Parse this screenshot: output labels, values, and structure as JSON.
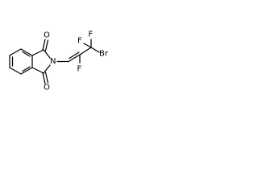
{
  "molecule": {
    "atoms": {
      "o_top": "O",
      "o_bottom": "O",
      "n_imide": "N",
      "f_vinyl": "F",
      "f_gem_left": "F",
      "f_gem_right": "F",
      "br": "Br"
    }
  }
}
